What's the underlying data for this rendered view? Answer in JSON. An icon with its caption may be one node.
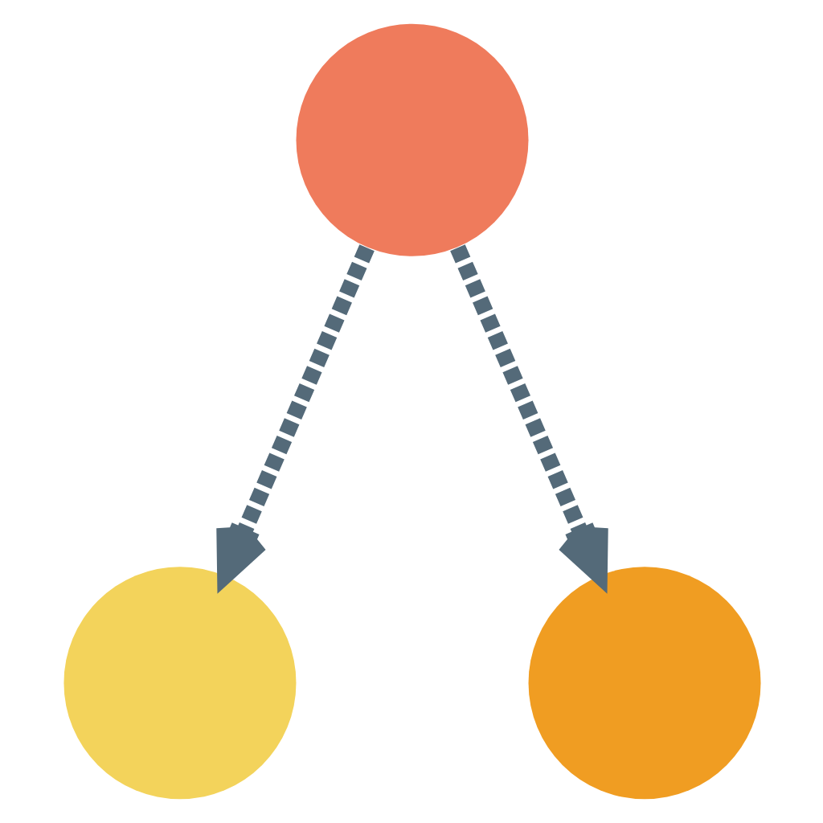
{
  "diagram": {
    "nodes": [
      {
        "text": [],
        "shape": "circle"
      },
      {
        "text": [],
        "shape": "circle"
      },
      {
        "text": [],
        "shape": "circle"
      }
    ],
    "edges": [
      {
        "from": 0,
        "to": 1,
        "arrow": "to",
        "style": "dashed"
      },
      {
        "from": 0,
        "to": 2,
        "arrow": "to",
        "style": "dashed"
      }
    ]
  }
}
